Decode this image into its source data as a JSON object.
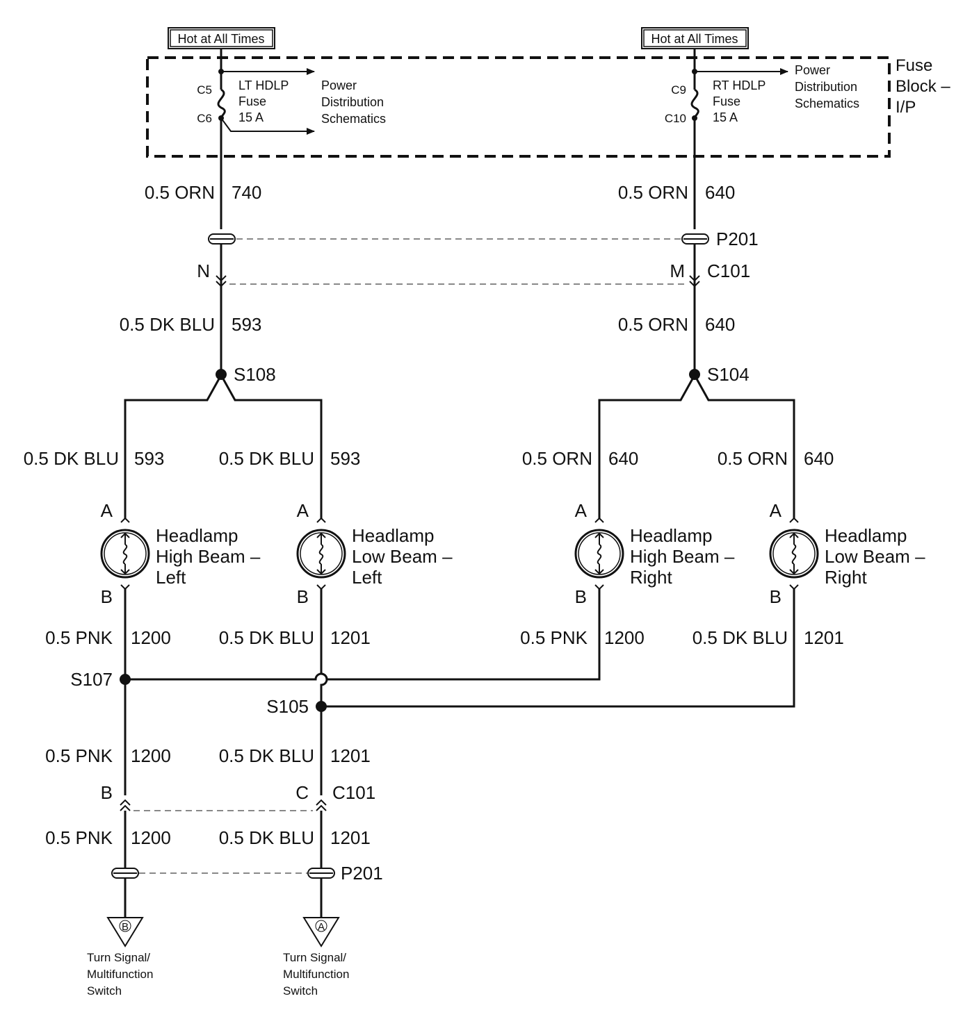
{
  "hot_left": "Hot at All Times",
  "hot_right": "Hot at All Times",
  "fuse_block": {
    "line1": "Fuse",
    "line2": "Block –",
    "line3": "I/P"
  },
  "left_fuse": {
    "top_pin": "C5",
    "bottom_pin": "C6",
    "name1": "LT HDLP",
    "name2": "Fuse",
    "rating": "15 A"
  },
  "right_fuse": {
    "top_pin": "C9",
    "bottom_pin": "C10",
    "name1": "RT HDLP",
    "name2": "Fuse",
    "rating": "15 A"
  },
  "power_dist_left": {
    "l1": "Power",
    "l2": "Distribution",
    "l3": "Schematics"
  },
  "power_dist_right": {
    "l1": "Power",
    "l2": "Distribution",
    "l3": "Schematics"
  },
  "wires": {
    "lt_fuse_out": {
      "gauge": "0.5 ORN",
      "circuit": "740"
    },
    "rt_fuse_out": {
      "gauge": "0.5 ORN",
      "circuit": "640"
    },
    "lt_after_c101": {
      "gauge": "0.5 DK BLU",
      "circuit": "593"
    },
    "rt_after_c101": {
      "gauge": "0.5 ORN",
      "circuit": "640"
    },
    "hb_left_a": {
      "gauge": "0.5 DK BLU",
      "circuit": "593"
    },
    "lb_left_a": {
      "gauge": "0.5 DK BLU",
      "circuit": "593"
    },
    "hb_right_a": {
      "gauge": "0.5 ORN",
      "circuit": "640"
    },
    "lb_right_a": {
      "gauge": "0.5 ORN",
      "circuit": "640"
    },
    "hb_left_b": {
      "gauge": "0.5 PNK",
      "circuit": "1200"
    },
    "lb_left_b": {
      "gauge": "0.5 DK BLU",
      "circuit": "1201"
    },
    "hb_right_b": {
      "gauge": "0.5 PNK",
      "circuit": "1200"
    },
    "lb_right_b": {
      "gauge": "0.5 DK BLU",
      "circuit": "1201"
    },
    "pnk_mid": {
      "gauge": "0.5 PNK",
      "circuit": "1200"
    },
    "blu_mid": {
      "gauge": "0.5 DK BLU",
      "circuit": "1201"
    },
    "pnk_low": {
      "gauge": "0.5 PNK",
      "circuit": "1200"
    },
    "blu_low": {
      "gauge": "0.5 DK BLU",
      "circuit": "1201"
    }
  },
  "connectors": {
    "p201_top": "P201",
    "c101_top": "C101",
    "c101_top_pin_left": "N",
    "c101_top_pin_right": "M",
    "c101_bottom": "C101",
    "c101_bottom_pin_left": "B",
    "c101_bottom_pin_right": "C",
    "p201_bottom": "P201"
  },
  "splices": {
    "s108": "S108",
    "s104": "S104",
    "s107": "S107",
    "s105": "S105"
  },
  "lamps": [
    {
      "pin_a": "A",
      "pin_b": "B",
      "l1": "Headlamp",
      "l2": "High Beam –",
      "l3": "Left"
    },
    {
      "pin_a": "A",
      "pin_b": "B",
      "l1": "Headlamp",
      "l2": "Low Beam –",
      "l3": "Left"
    },
    {
      "pin_a": "A",
      "pin_b": "B",
      "l1": "Headlamp",
      "l2": "High Beam –",
      "l3": "Right"
    },
    {
      "pin_a": "A",
      "pin_b": "B",
      "l1": "Headlamp",
      "l2": "Low Beam –",
      "l3": "Right"
    }
  ],
  "switch_refs": [
    {
      "pin": "B",
      "l1": "Turn Signal/",
      "l2": "Multifunction",
      "l3": "Switch"
    },
    {
      "pin": "A",
      "l1": "Turn Signal/",
      "l2": "Multifunction",
      "l3": "Switch"
    }
  ]
}
